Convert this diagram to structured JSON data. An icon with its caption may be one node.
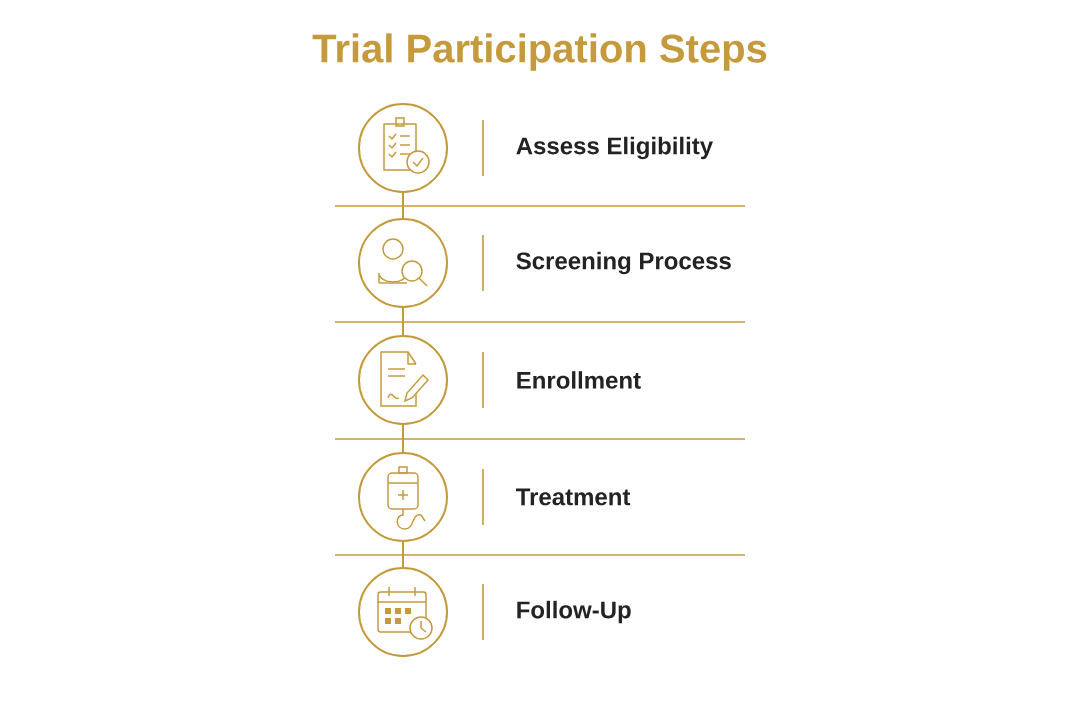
{
  "diagram": {
    "title": "Trial Participation Steps",
    "nodes": [
      {
        "text": [],
        "shape": "circle",
        "beside": [
          "Assess Eligibility"
        ]
      },
      {
        "text": [],
        "shape": "circle",
        "beside": [
          "Screening Process"
        ]
      },
      {
        "text": [],
        "shape": "circle",
        "beside": [
          "Enrollment"
        ]
      },
      {
        "text": [],
        "shape": "circle",
        "beside": [
          "Treatment"
        ]
      },
      {
        "text": [],
        "shape": "circle",
        "beside": [
          "Follow-Up"
        ]
      }
    ],
    "edges": [
      {
        "from": 0,
        "to": 1,
        "arrow": "none"
      },
      {
        "from": 1,
        "to": 2,
        "arrow": "none"
      },
      {
        "from": 2,
        "to": 3,
        "arrow": "none"
      },
      {
        "from": 3,
        "to": 4,
        "arrow": "none"
      }
    ]
  }
}
